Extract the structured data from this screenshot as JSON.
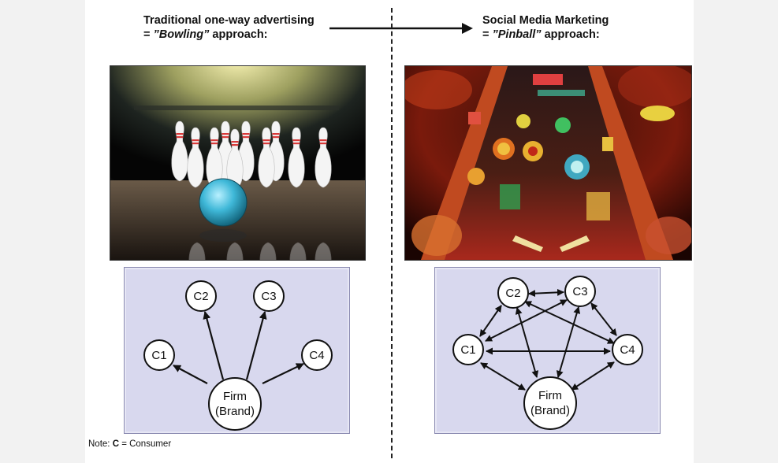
{
  "left": {
    "heading_line1": "Traditional one-way advertising",
    "heading_prefix": "= ",
    "heading_em": "”Bowling”",
    "heading_suffix": " approach:",
    "photo_subject": "bowling pins and ball",
    "nodes": {
      "c1": "C1",
      "c2": "C2",
      "c3": "C3",
      "c4": "C4",
      "firm_line1": "Firm",
      "firm_line2": "(Brand)"
    }
  },
  "right": {
    "heading_line1": "Social Media Marketing",
    "heading_prefix": "= ",
    "heading_em": "”Pinball”",
    "heading_suffix": " approach:",
    "photo_subject": "pinball machine playfield",
    "nodes": {
      "c1": "C1",
      "c2": "C2",
      "c3": "C3",
      "c4": "C4",
      "firm_line1": "Firm",
      "firm_line2": "(Brand)"
    }
  },
  "note": {
    "prefix": "Note: ",
    "bold": "C",
    "suffix": " = Consumer"
  },
  "colors": {
    "panel_bg": "#d8d8ee",
    "bowling_ball": "#3fb8d8",
    "pin_stripe": "#d83a3a",
    "pinball_red": "#c0261c",
    "pinball_gold": "#e8b030"
  },
  "icons": {
    "transition_arrow": "arrow-right-icon"
  }
}
